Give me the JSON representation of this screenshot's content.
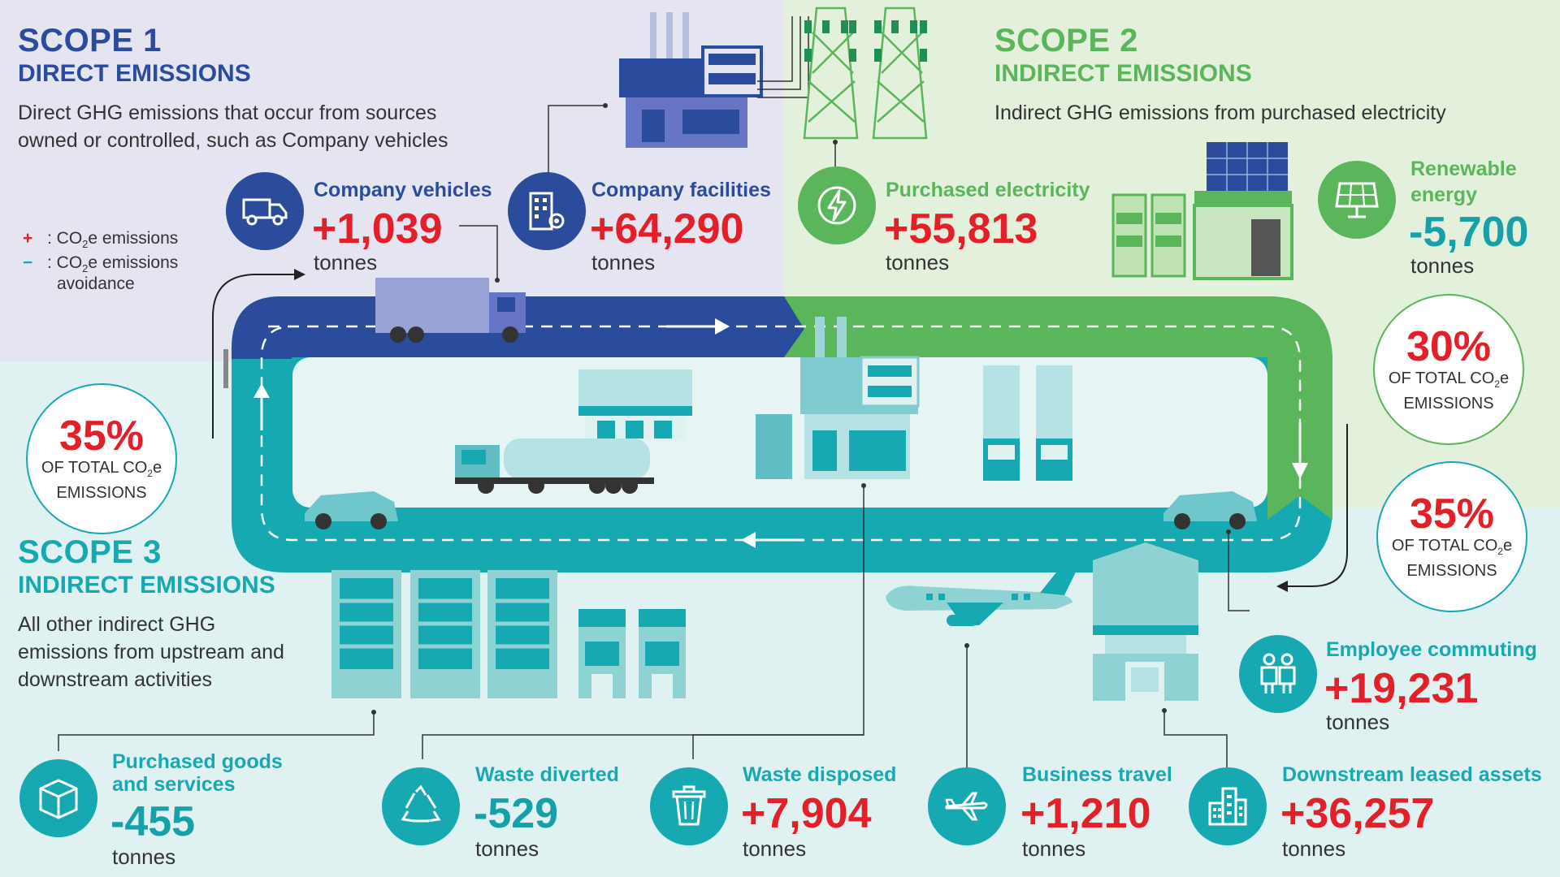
{
  "colors": {
    "scope1": "#2b4c9c",
    "scope2": "#5bb55b",
    "scope3": "#17a9b2",
    "positive": "#e3202a",
    "bg_scope1": "#e4e5f1",
    "bg_scope2": "#e2f0dc",
    "bg_scope3": "#dff1f1"
  },
  "scope1": {
    "title": "SCOPE 1",
    "subtitle": "DIRECT EMISSIONS",
    "description": "Direct GHG emissions that occur from sources owned or controlled, such as Company vehicles",
    "vehicles": {
      "label": "Company vehicles",
      "value": "+1,039",
      "unit": "tonnes",
      "icon": "truck-icon"
    },
    "facilities": {
      "label": "Company facilities",
      "value": "+64,290",
      "unit": "tonnes",
      "icon": "building-gear-icon"
    },
    "share": {
      "percent": "35%",
      "line1": "OF TOTAL CO",
      "sub": "2",
      "line1b": "e",
      "line2": "EMISSIONS"
    }
  },
  "legend": {
    "plus_symbol": "+",
    "plus_text_a": ": CO",
    "plus_sub": "2",
    "plus_text_b": "e emissions",
    "minus_symbol": "−",
    "minus_text_a": ": CO",
    "minus_sub": "2",
    "minus_text_b": "e emissions",
    "minus_text_c": "avoidance"
  },
  "scope2": {
    "title": "SCOPE 2",
    "subtitle": "INDIRECT EMISSIONS",
    "description": "Indirect GHG emissions from purchased electricity",
    "electricity": {
      "label": "Purchased electricity",
      "value": "+55,813",
      "unit": "tonnes",
      "icon": "lightning-icon"
    },
    "renewable": {
      "label_line1": "Renewable",
      "label_line2": "energy",
      "value": "-5,700",
      "unit": "tonnes",
      "icon": "solar-panel-icon"
    },
    "share": {
      "percent": "30%",
      "line1": "OF TOTAL CO",
      "sub": "2",
      "line1b": "e",
      "line2": "EMISSIONS"
    }
  },
  "scope3": {
    "title": "SCOPE 3",
    "subtitle": "INDIRECT EMISSIONS",
    "description": "All other indirect GHG emissions from upstream and downstream activities",
    "share": {
      "percent": "35%",
      "line1": "OF TOTAL CO",
      "sub": "2",
      "line1b": "e",
      "line2": "EMISSIONS"
    },
    "commuting": {
      "label": "Employee commuting",
      "value": "+19,231",
      "unit": "tonnes",
      "icon": "people-icon"
    },
    "goods": {
      "label_line1": "Purchased goods",
      "label_line2": "and services",
      "value": "-455",
      "unit": "tonnes",
      "icon": "box-icon"
    },
    "diverted": {
      "label": "Waste diverted",
      "value": "-529",
      "unit": "tonnes",
      "icon": "recycle-icon"
    },
    "disposed": {
      "label": "Waste disposed",
      "value": "+7,904",
      "unit": "tonnes",
      "icon": "trash-can-icon"
    },
    "travel": {
      "label": "Business travel",
      "value": "+1,210",
      "unit": "tonnes",
      "icon": "airplane-icon"
    },
    "leased": {
      "label": "Downstream leased assets",
      "value": "+36,257",
      "unit": "tonnes",
      "icon": "city-buildings-icon"
    }
  }
}
